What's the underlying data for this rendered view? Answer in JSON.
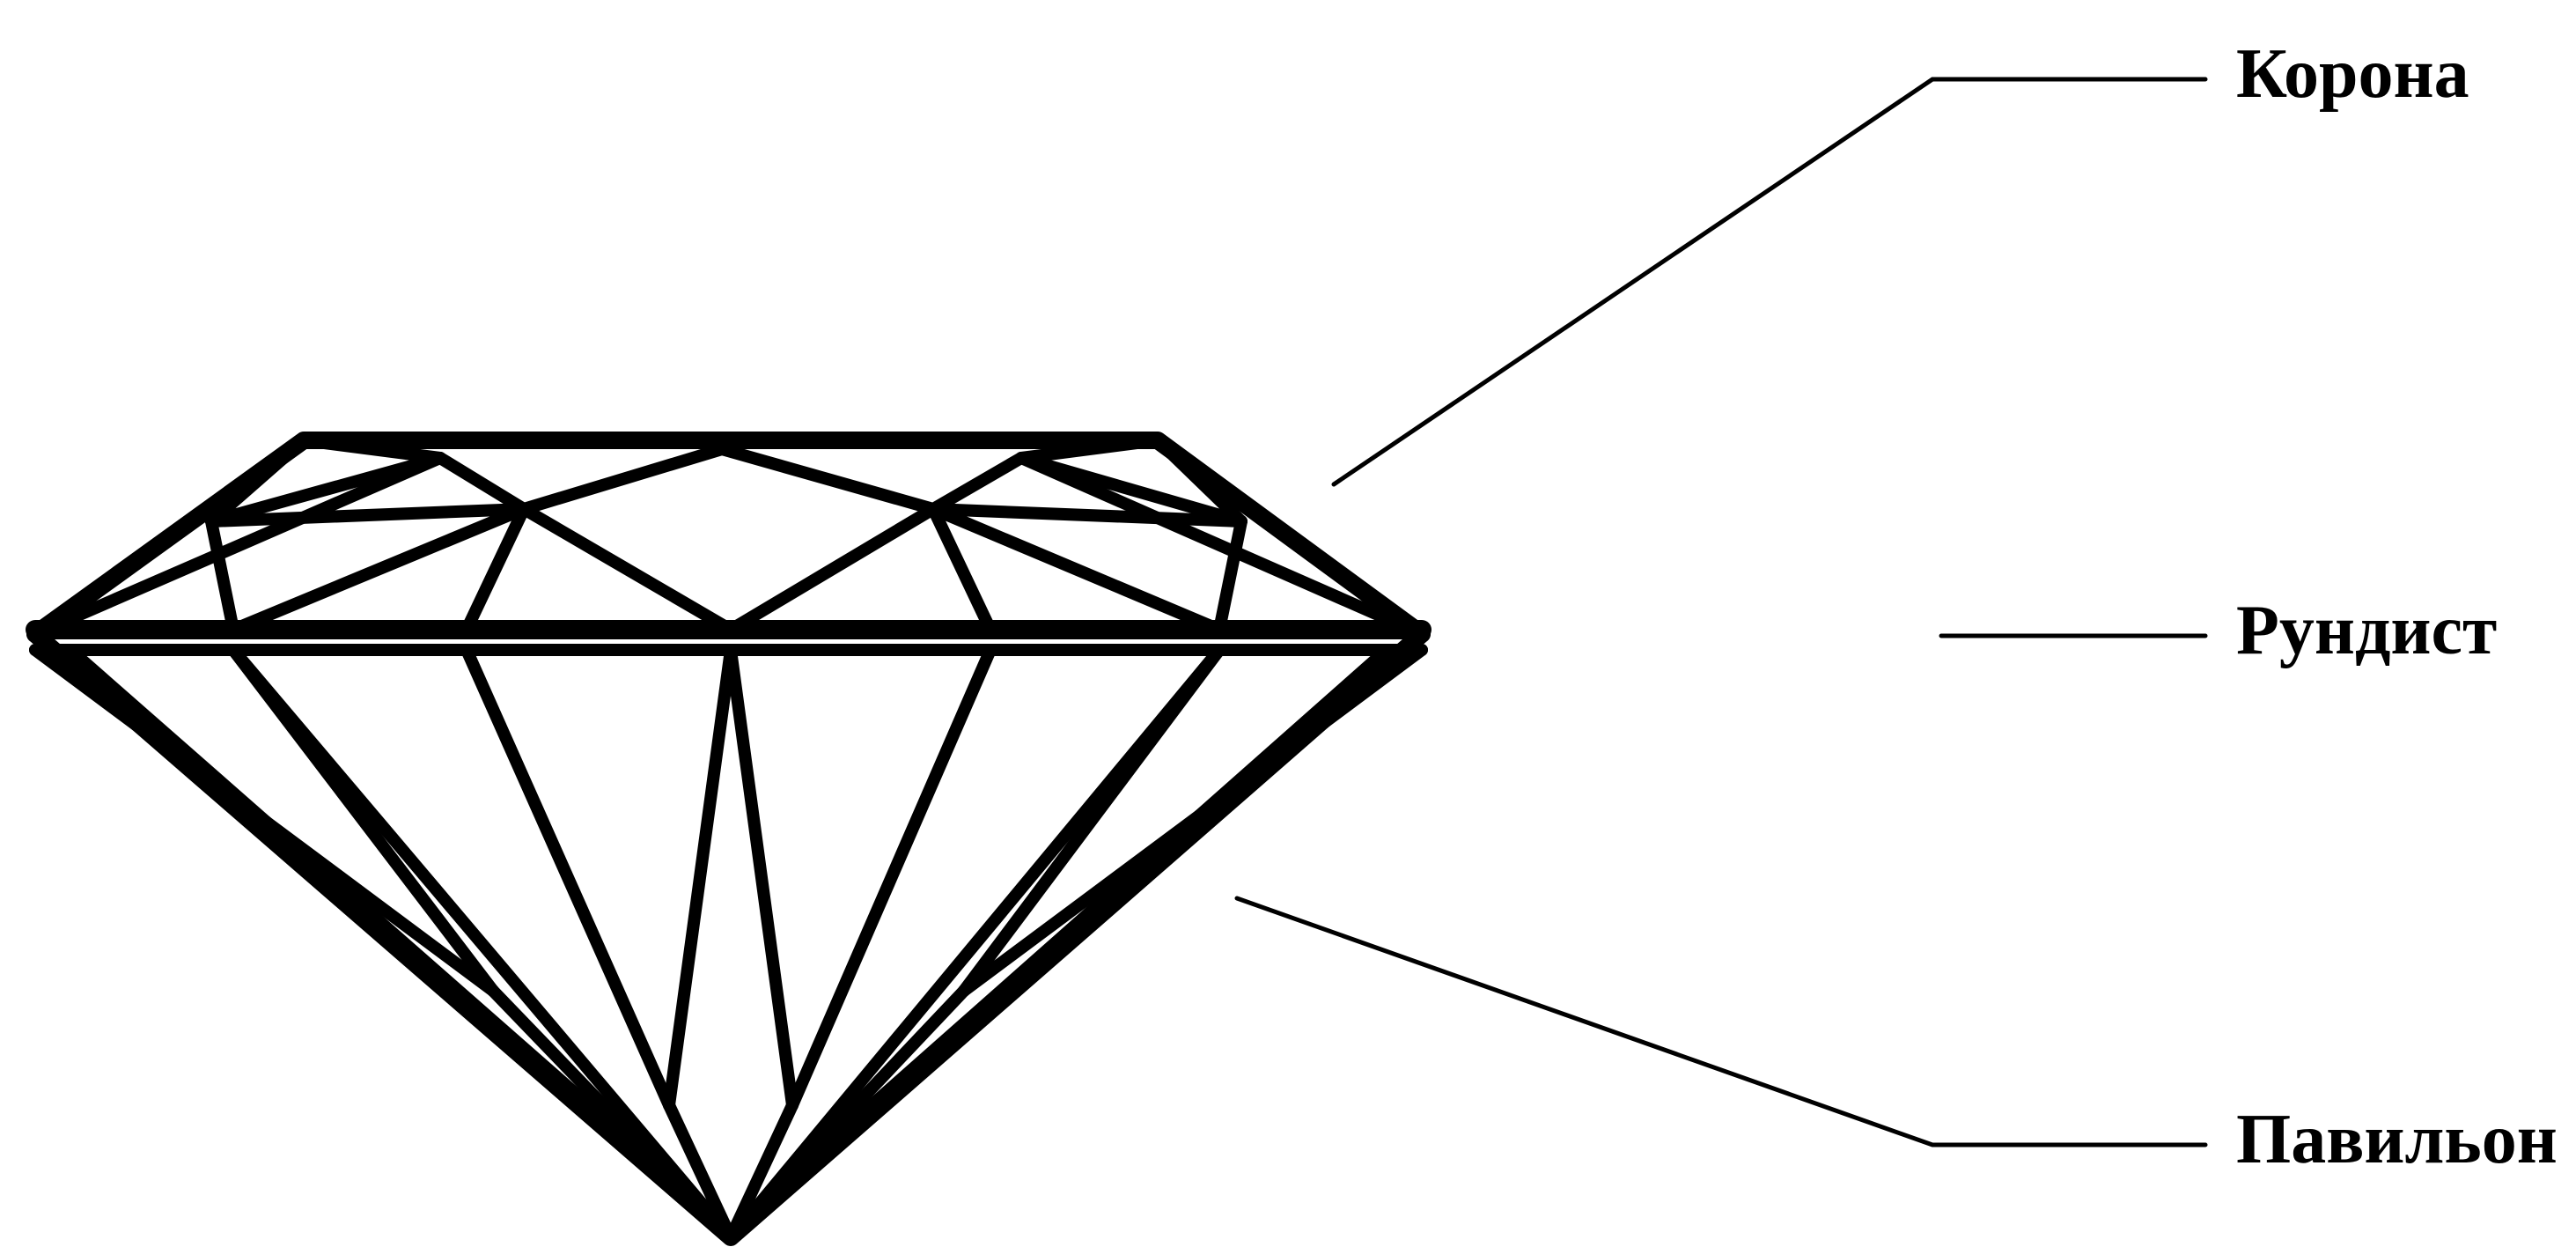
{
  "labels": {
    "crown": "Корона",
    "girdle": "Рундист",
    "pavilion": "Павильон"
  },
  "colors": {
    "line": "#000000",
    "background": "#ffffff"
  }
}
